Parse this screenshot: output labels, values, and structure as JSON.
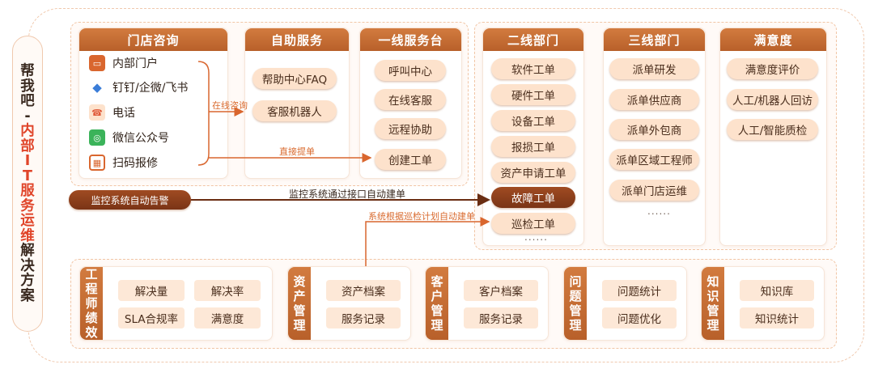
{
  "side_title": {
    "part1": [
      "帮",
      "我",
      "吧",
      "-"
    ],
    "part2": [
      "内",
      "部",
      "I",
      "T",
      "服",
      "务",
      "运",
      "维"
    ],
    "part3": [
      "解",
      "决",
      "方",
      "案"
    ]
  },
  "store": {
    "title": "门店咨询",
    "channels": [
      {
        "label": "内部门户",
        "icon": "portal-icon",
        "color": "#d9662e"
      },
      {
        "label": "钉钉/企微/飞书",
        "icon": "chat-app-icon",
        "color": "#3b7dd8"
      },
      {
        "label": "电话",
        "icon": "phone-icon",
        "color": "#e05a3a"
      },
      {
        "label": "微信公众号",
        "icon": "wechat-icon",
        "color": "#3bb35a"
      },
      {
        "label": "扫码报修",
        "icon": "qrcode-icon",
        "color": "#d9662e"
      }
    ]
  },
  "self_service": {
    "title": "自助服务",
    "items": [
      "帮助中心FAQ",
      "客服机器人"
    ]
  },
  "frontline": {
    "title": "一线服务台",
    "items": [
      "呼叫中心",
      "在线客服",
      "远程协助",
      "创建工单"
    ]
  },
  "second_line": {
    "title": "二线部门",
    "items": [
      "软件工单",
      "硬件工单",
      "设备工单",
      "报损工单",
      "资产申请工单",
      "故障工单",
      "巡检工单"
    ],
    "more": "......"
  },
  "third_line": {
    "title": "三线部门",
    "items": [
      "派单研发",
      "派单供应商",
      "派单外包商",
      "派单区域工程师",
      "派单门店运维"
    ],
    "more": "......"
  },
  "satisfaction": {
    "title": "满意度",
    "items": [
      "满意度评价",
      "人工/机器人回访",
      "人工/智能质检"
    ]
  },
  "flows": {
    "online_consult": "在线咨询",
    "direct_ticket": "直接提单",
    "monitor_alarm": "监控系统自动告警",
    "monitor_api": "监控系统通过接口自动建单",
    "patrol_plan": "系统根据巡检计划自动建单"
  },
  "bottom": [
    {
      "tab": [
        "工",
        "程",
        "师",
        "绩",
        "效"
      ],
      "items": [
        "解决量",
        "解决率",
        "SLA合规率",
        "满意度"
      ]
    },
    {
      "tab": [
        "资",
        "产",
        "管",
        "理"
      ],
      "items": [
        "资产档案",
        "服务记录"
      ]
    },
    {
      "tab": [
        "客",
        "户",
        "管",
        "理"
      ],
      "items": [
        "客户档案",
        "服务记录"
      ]
    },
    {
      "tab": [
        "问",
        "题",
        "管",
        "理"
      ],
      "items": [
        "问题统计",
        "问题优化"
      ]
    },
    {
      "tab": [
        "知",
        "识",
        "管",
        "理"
      ],
      "items": [
        "知识库",
        "知识统计"
      ]
    }
  ],
  "colors": {
    "accent": "#c0652f",
    "highlight": "#e0452a",
    "pill": "#fde2cc"
  }
}
